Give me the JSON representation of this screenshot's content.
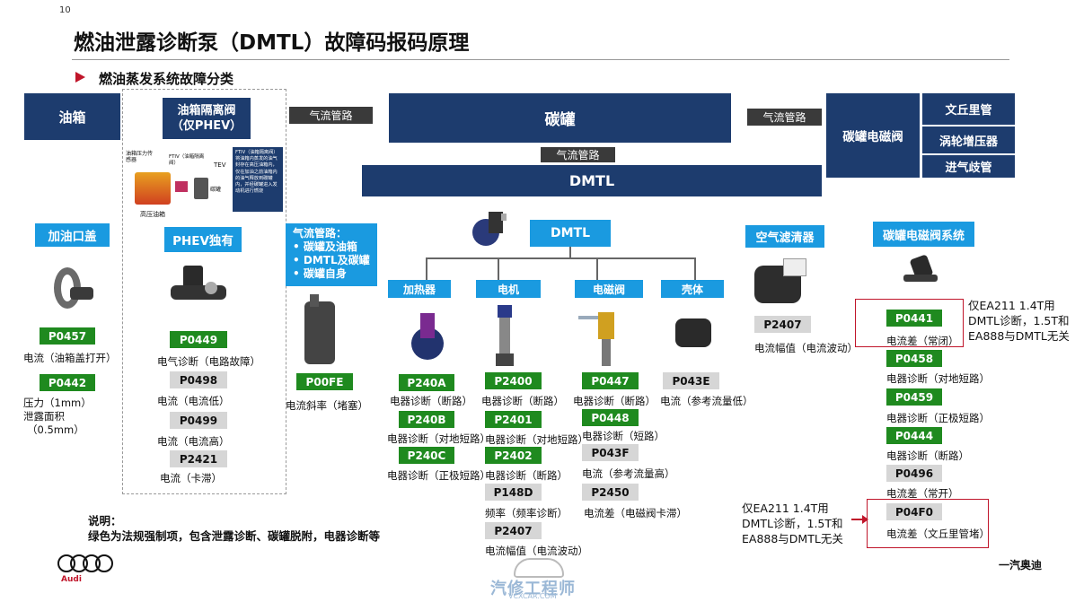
{
  "page_number": "10",
  "title": "燃油泄露诊断泵（DMTL）故障码报码原理",
  "subtitle": "燃油蒸发系统故障分类",
  "boxes": {
    "fuel_tank": "油箱",
    "ftiv": "油箱隔离阀（仅PHEV）",
    "pipe1": "气流管路",
    "canister": "碳罐",
    "pipe2": "气流管路",
    "pipe3": "气流管路",
    "canister_valve": "碳罐电磁阀",
    "venturi": "文丘里管",
    "turbo": "涡轮增压器",
    "intake": "进气歧管",
    "dmtl_main": "DMTL",
    "fuel_cap": "加油口盖",
    "phev_only": "PHEV独有",
    "dmtl_sub": "DMTL",
    "air_filter": "空气滤清器",
    "canister_valve_system": "碳罐电磁阀系统",
    "heater": "加热器",
    "motor": "电机",
    "solenoid": "电磁阀",
    "housing": "壳体"
  },
  "ftiv_diagram": {
    "sensor_label": "油箱压力传感器",
    "ftiv_label": "FTIV（油箱隔离阀）",
    "tev_label": "TEV",
    "canister_label": "碳罐",
    "tank_label": "高压油箱",
    "note": "FTIV（油箱隔离阀）将油箱内蒸发的油气封存在高压油箱内，仅在加油之前油箱内的油气释放到碳罐内，并经碳罐进入发动机进行燃烧"
  },
  "pipe_note": {
    "title": "气流管路：",
    "items": [
      "碳罐及油箱",
      "DMTL及碳罐",
      "碳罐自身"
    ]
  },
  "codes": {
    "fuel_cap": [
      {
        "code": "P0457",
        "desc": "电流（油箱盖打开）",
        "type": "green"
      },
      {
        "code": "P0442",
        "desc": "压力（1mm）",
        "desc2": "泄露面积",
        "desc3": "（0.5mm）",
        "type": "green"
      }
    ],
    "phev": [
      {
        "code": "P0449",
        "desc": "电气诊断（电路故障）",
        "type": "green"
      },
      {
        "code": "P0498",
        "desc": "电流（电流低）",
        "type": "grey"
      },
      {
        "code": "P0499",
        "desc": "电流（电流高）",
        "type": "grey"
      },
      {
        "code": "P2421",
        "desc": "电流（卡滞）",
        "type": "grey"
      }
    ],
    "pipe": [
      {
        "code": "P00FE",
        "desc": "电流斜率（堵塞）",
        "type": "green"
      }
    ],
    "heater": [
      {
        "code": "P240A",
        "desc": "电器诊断（断路）",
        "type": "green"
      },
      {
        "code": "P240B",
        "desc": "电器诊断（对地短路）",
        "type": "green"
      },
      {
        "code": "P240C",
        "desc": "电器诊断（正极短路）",
        "type": "green"
      }
    ],
    "motor": [
      {
        "code": "P2400",
        "desc": "电器诊断（断路）",
        "type": "green"
      },
      {
        "code": "P2401",
        "desc": "电器诊断（对地短路）",
        "type": "green"
      },
      {
        "code": "P2402",
        "desc": "电器诊断（断路）",
        "type": "green"
      },
      {
        "code": "P148D",
        "desc": "频率（频率诊断）",
        "type": "grey"
      },
      {
        "code": "P2407",
        "desc": "电流幅值（电流波动）",
        "type": "grey"
      }
    ],
    "solenoid": [
      {
        "code": "P0447",
        "desc": "电器诊断（断路）",
        "type": "green"
      },
      {
        "code": "P0448",
        "desc": "电器诊断（短路）",
        "type": "green"
      },
      {
        "code": "P043F",
        "desc": "电流（参考流量高）",
        "type": "grey"
      },
      {
        "code": "P2450",
        "desc": "电流差（电磁阀卡滞）",
        "type": "grey"
      }
    ],
    "housing": [
      {
        "code": "P043E",
        "desc": "电流（参考流量低）",
        "type": "grey"
      }
    ],
    "air_filter": [
      {
        "code": "P2407",
        "desc": "电流幅值（电流波动）",
        "type": "grey"
      }
    ],
    "canister_valve": [
      {
        "code": "P0441",
        "desc": "电流差（常闭）",
        "type": "green"
      },
      {
        "code": "P0458",
        "desc": "电器诊断（对地短路）",
        "type": "green"
      },
      {
        "code": "P0459",
        "desc": "电器诊断（正极短路）",
        "type": "green"
      },
      {
        "code": "P0444",
        "desc": "电器诊断（断路）",
        "type": "green"
      },
      {
        "code": "P0496",
        "desc": "电流差（常开）",
        "type": "grey"
      },
      {
        "code": "P04F0",
        "desc": "电流差（文丘里管堵）",
        "type": "grey"
      }
    ]
  },
  "side_notes": {
    "right_top": [
      "仅EA211 1.4T用",
      "DMTL诊断，1.5T和",
      "EA888与DMTL无关"
    ],
    "right_bottom": [
      "仅EA211 1.4T用",
      "DMTL诊断，1.5T和",
      "EA888与DMTL无关"
    ]
  },
  "footer": {
    "note_title": "说明：",
    "note_text": "绿色为法规强制项，包含泄露诊断、碳罐脱附，电器诊断等",
    "audi_label": "Audi",
    "watermark_cn": "汽修工程师",
    "watermark_url": "VCXCAR.COM",
    "company": "一汽奥迪"
  },
  "colors": {
    "navy": "#1d3c6e",
    "blue": "#1a9ae0",
    "green": "#1f8a1f",
    "grey": "#d6d6d6",
    "accent_red": "#c0152a"
  },
  "icons": {
    "bullet": "red-triangle-icon",
    "audi": "audi-rings-logo"
  }
}
